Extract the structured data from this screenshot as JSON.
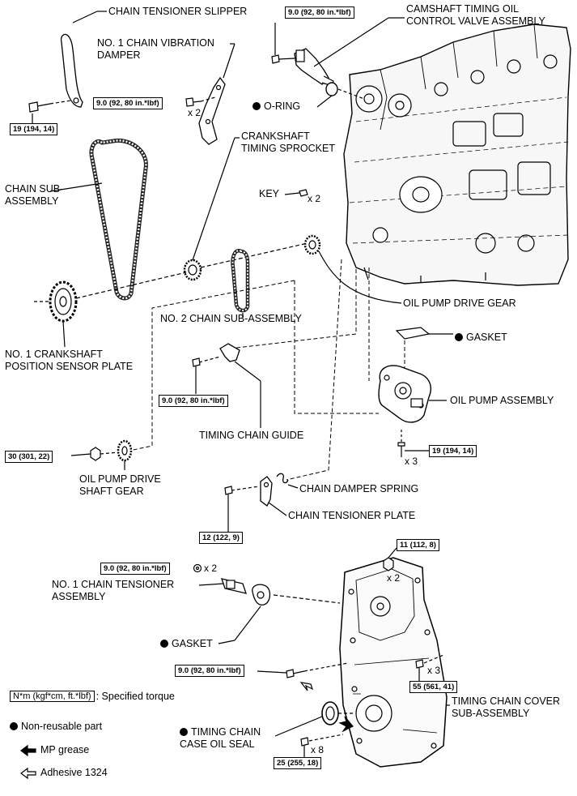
{
  "labels": {
    "chain_tensioner_slipper": "CHAIN TENSIONER SLIPPER",
    "no1_chain_vibration_damper": "NO. 1 CHAIN VIBRATION\nDAMPER",
    "camshaft_timing_oil_control_valve": "CAMSHAFT TIMING OIL\nCONTROL VALVE ASSEMBLY",
    "o_ring": "O-RING",
    "crankshaft_timing_sprocket": "CRANKSHAFT\nTIMING SPROCKET",
    "chain_sub_assembly": "CHAIN SUB-\nASSEMBLY",
    "key": "KEY",
    "oil_pump_drive_gear": "OIL PUMP DRIVE GEAR",
    "no2_chain_sub_assembly": "NO. 2 CHAIN SUB-ASSEMBLY",
    "no1_crankshaft_position_sensor_plate": "NO. 1 CRANKSHAFT\nPOSITION SENSOR PLATE",
    "gasket_upper": "GASKET",
    "oil_pump_assembly": "OIL PUMP ASSEMBLY",
    "timing_chain_guide": "TIMING CHAIN GUIDE",
    "oil_pump_drive_shaft_gear": "OIL PUMP DRIVE\nSHAFT GEAR",
    "chain_damper_spring": "CHAIN DAMPER SPRING",
    "chain_tensioner_plate": "CHAIN TENSIONER PLATE",
    "no1_chain_tensioner_assembly": "NO. 1 CHAIN TENSIONER\nASSEMBLY",
    "gasket_lower": "GASKET",
    "timing_chain_cover_sub_assembly": "TIMING CHAIN COVER\nSUB-ASSEMBLY",
    "timing_chain_case_oil_seal": "TIMING CHAIN\nCASE OIL SEAL"
  },
  "torques": {
    "camshaft_valve_bolt": "9.0 (92, 80 in.*lbf)",
    "damper_bolt": "9.0 (92, 80 in.*lbf)",
    "slipper_bolt": "19 (194, 14)",
    "guide_bolt": "9.0 (92, 80 in.*lbf)",
    "oil_pump_bolt": "19 (194, 14)",
    "shaft_gear_nut": "30 (301, 22)",
    "tensioner_plate_bolt": "12 (122, 9)",
    "tensioner_nut": "9.0 (92, 80 in.*lbf)",
    "cover_nut": "11 (112, 8)",
    "cover_stud": "9.0 (92, 80 in.*lbf)",
    "cover_bolt_x3": "55 (561, 41)",
    "cover_bolt_x8": "25 (255, 18)"
  },
  "quantities": {
    "damper_bolts": "x 2",
    "key": "x 2",
    "oil_pump_bolts": "x 3",
    "tensioner_nuts": "x 2",
    "cover_nuts": "x 2",
    "cover_bolts_55": "x 3",
    "cover_bolts_25": "x 8"
  },
  "legend": {
    "torque_sample": "N*m (kgf*cm, ft.*lbf)",
    "torque_text": ": Specified torque",
    "non_reusable": "Non-reusable part",
    "mp_grease": "MP grease",
    "adhesive": "Adhesive 1324"
  }
}
